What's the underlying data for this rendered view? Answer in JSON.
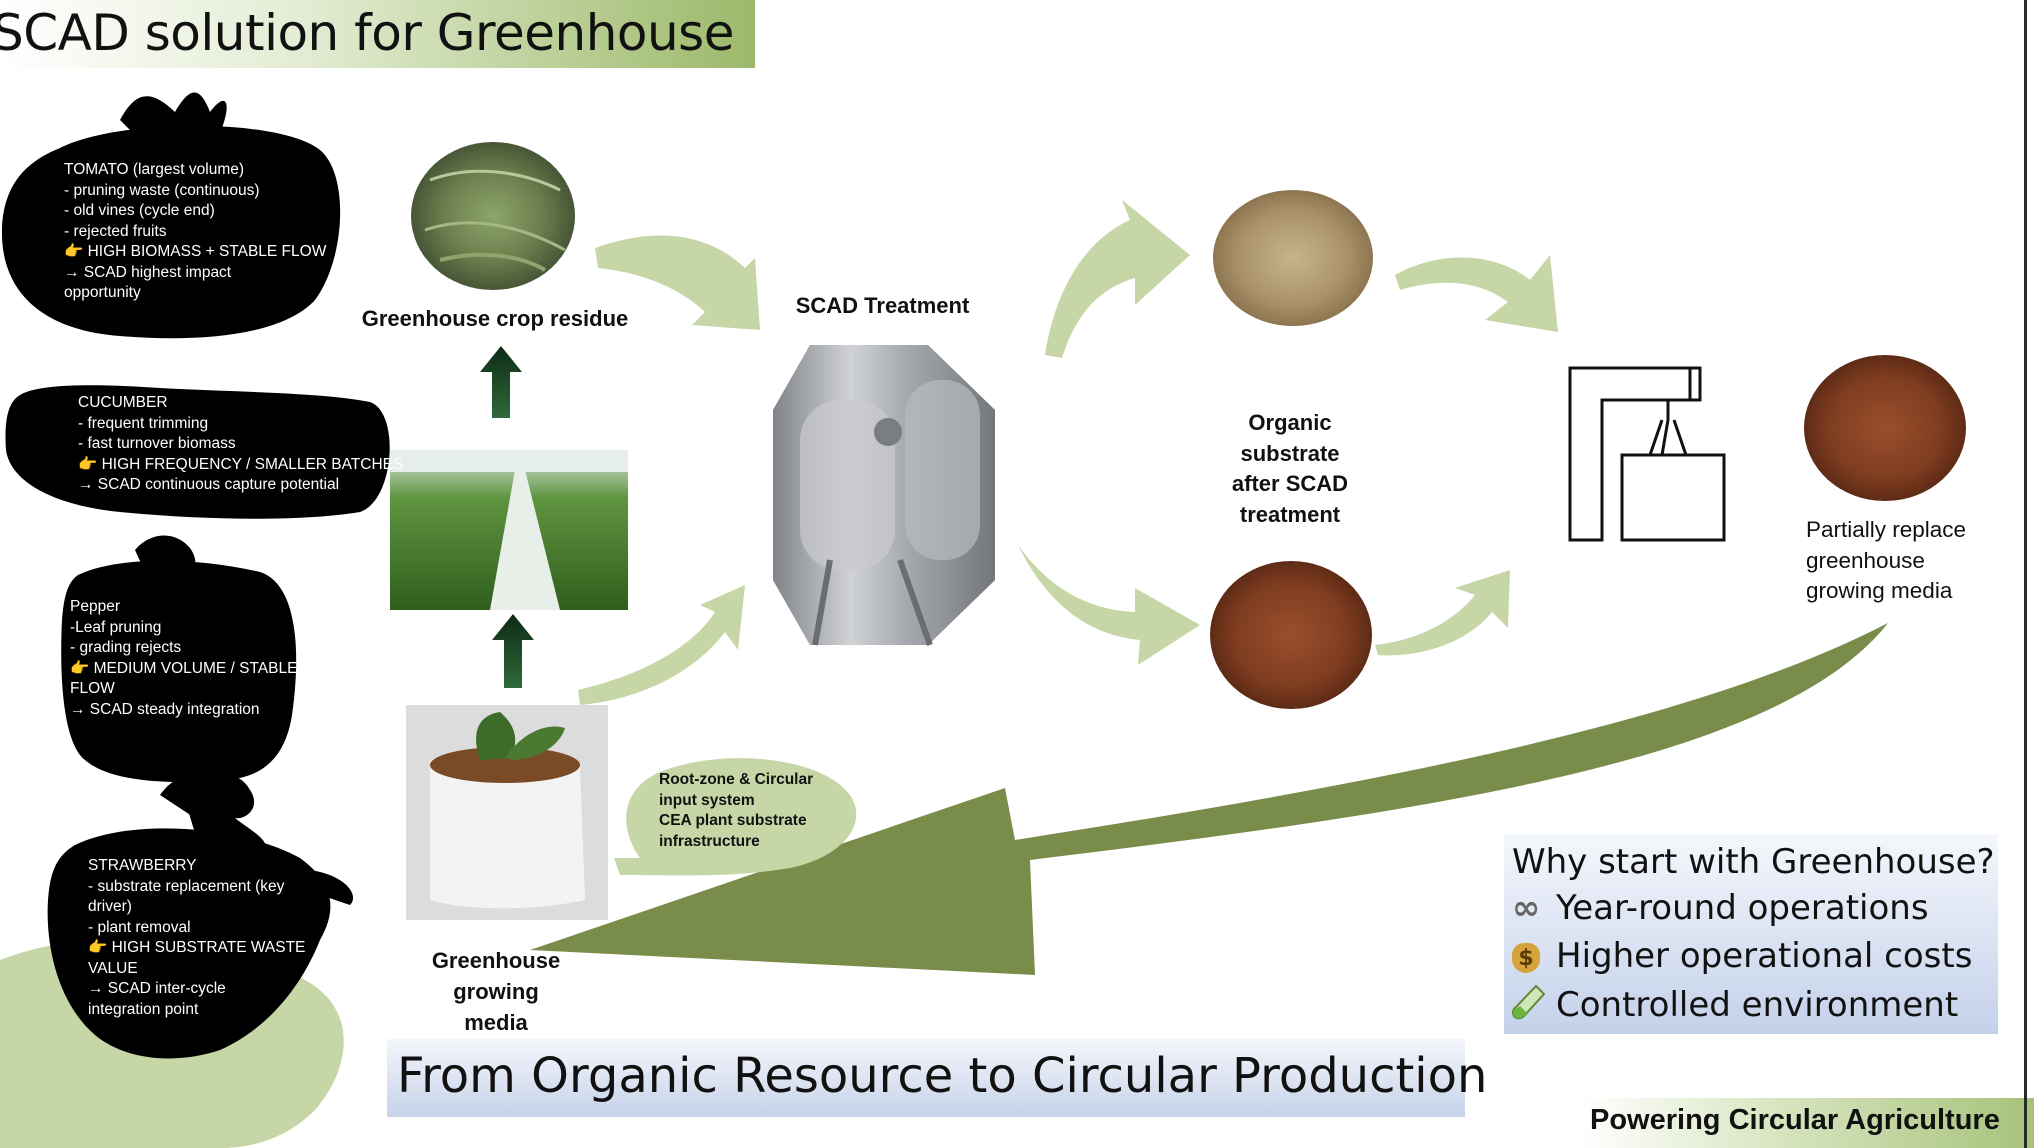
{
  "title": "SCAD solution for Greenhouse",
  "crops": {
    "tomato": [
      "TOMATO (largest volume)",
      "- pruning waste (continuous)",
      "- old vines (cycle end)",
      "- rejected fruits",
      "👉 HIGH BIOMASS + STABLE FLOW",
      "→ SCAD highest impact",
      "opportunity"
    ],
    "cucumber": [
      "CUCUMBER",
      "- frequent trimming",
      "- fast turnover biomass",
      "👉 HIGH FREQUENCY / SMALLER BATCHES",
      "→ SCAD continuous capture potential"
    ],
    "pepper": [
      "Pepper",
      "-Leaf pruning",
      "- grading rejects",
      "👉 MEDIUM VOLUME / STABLE",
      "FLOW",
      "→ SCAD steady integration"
    ],
    "strawberry": [
      "STRAWBERRY",
      "- substrate replacement (key",
      "driver)",
      "- plant removal",
      "👉 HIGH SUBSTRATE WASTE",
      "VALUE",
      "→ SCAD inter-cycle",
      "integration point"
    ]
  },
  "labels": {
    "crop_residue": "Greenhouse crop residue",
    "scad_treatment": "SCAD Treatment",
    "organic_substrate": [
      "Organic",
      "substrate",
      "after SCAD",
      "treatment"
    ],
    "partially_replace": [
      "Partially replace",
      "greenhouse",
      "growing media"
    ],
    "growing_media": [
      "Greenhouse",
      "growing",
      "media"
    ]
  },
  "bubble": [
    "Root-zone & Circular",
    "input system",
    "CEA plant substrate",
    "infrastructure"
  ],
  "subtitle": "From Organic Resource to Circular Production",
  "why": {
    "heading": "Why start with Greenhouse?",
    "items": [
      {
        "icon": "infinity-icon",
        "glyph": "∞",
        "text": "Year-round operations"
      },
      {
        "icon": "money-bag-icon",
        "glyph": "$",
        "text": "Higher operational costs"
      },
      {
        "icon": "test-tube-icon",
        "glyph": "",
        "text": "Controlled environment"
      }
    ]
  },
  "footer": "Powering Circular Agriculture",
  "colors": {
    "light_arrow": "#c6d6a6",
    "dark_arrow": "#7a8c49",
    "title_green": "#9cb96a",
    "box_blue": "#c4d1ea"
  }
}
